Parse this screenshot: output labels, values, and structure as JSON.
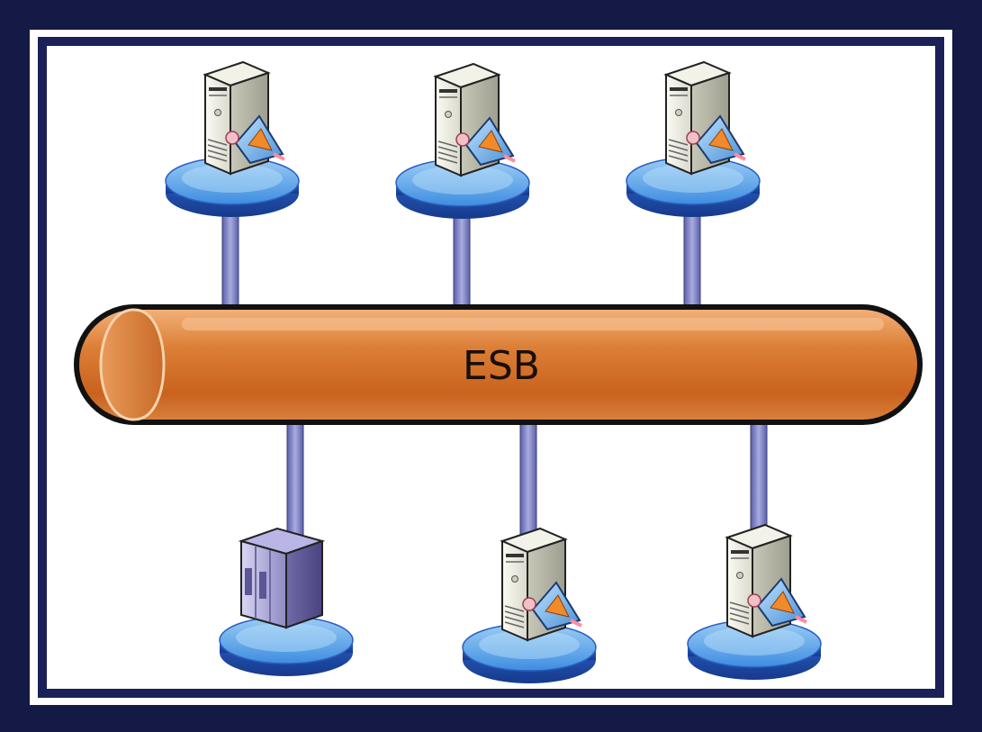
{
  "bus": {
    "label": "ESB",
    "color": "#d9772e",
    "outline": "#111111"
  },
  "frame": {
    "outer_color": "#141a45",
    "inner_color": "#1b2158"
  },
  "nodes": [
    {
      "id": "top-1",
      "kind": "server",
      "row": "top"
    },
    {
      "id": "top-2",
      "kind": "server",
      "row": "top"
    },
    {
      "id": "top-3",
      "kind": "server",
      "row": "top"
    },
    {
      "id": "bottom-1",
      "kind": "mainframe",
      "row": "bottom"
    },
    {
      "id": "bottom-2",
      "kind": "server",
      "row": "bottom"
    },
    {
      "id": "bottom-3",
      "kind": "server",
      "row": "bottom"
    }
  ],
  "icons": {
    "server": "server-with-adapter-icon",
    "mainframe": "mainframe-icon",
    "platform": "blue-disc-platform"
  }
}
